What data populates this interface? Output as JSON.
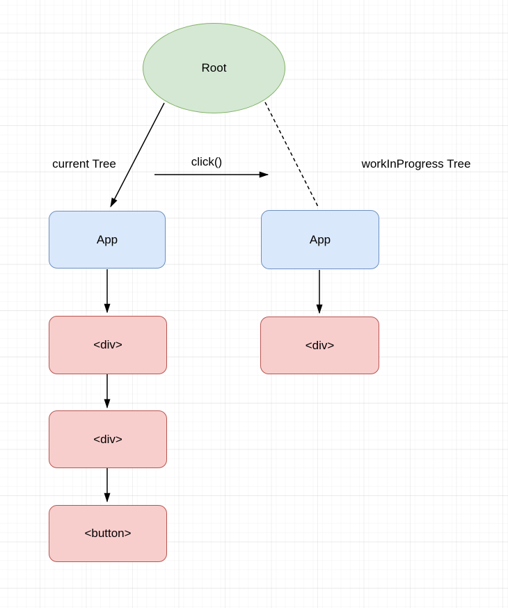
{
  "diagram": {
    "title": "fiber tree double buffering diagram",
    "nodes": {
      "root": {
        "label": "Root",
        "shape": "ellipse"
      },
      "app_current": {
        "label": "App",
        "shape": "rounded-rect"
      },
      "app_wip": {
        "label": "App",
        "shape": "rounded-rect"
      },
      "div1_current": {
        "label": "<div>",
        "shape": "rounded-rect"
      },
      "div2_current": {
        "label": "<div>",
        "shape": "rounded-rect"
      },
      "button_current": {
        "label": "<button>",
        "shape": "rounded-rect"
      },
      "div_wip": {
        "label": "<div>",
        "shape": "rounded-rect"
      }
    },
    "labels": {
      "current_tree": "current Tree",
      "click": "click()",
      "work_in_progress_tree": "workInProgress Tree"
    },
    "edges": [
      {
        "from": "root",
        "to": "app_current",
        "style": "solid",
        "arrowhead": true
      },
      {
        "from": "root",
        "to": "app_wip",
        "style": "dashed",
        "arrowhead": false
      },
      {
        "from": "current_tree",
        "to": "work_in_progress_tree",
        "style": "solid",
        "arrowhead": true,
        "label": "click()"
      },
      {
        "from": "app_current",
        "to": "div1_current",
        "style": "solid",
        "arrowhead": true
      },
      {
        "from": "div1_current",
        "to": "div2_current",
        "style": "solid",
        "arrowhead": true
      },
      {
        "from": "div2_current",
        "to": "button_current",
        "style": "solid",
        "arrowhead": true
      },
      {
        "from": "app_wip",
        "to": "div_wip",
        "style": "solid",
        "arrowhead": true
      }
    ],
    "colors": {
      "root_fill": "#d5e8d4",
      "root_stroke": "#82b366",
      "app_fill": "#dae8fc",
      "app_stroke": "#6c8ebf",
      "dom_fill": "#f8cecc",
      "dom_stroke": "#b85450",
      "edge_stroke": "#000000",
      "background": "#ffffff"
    }
  }
}
